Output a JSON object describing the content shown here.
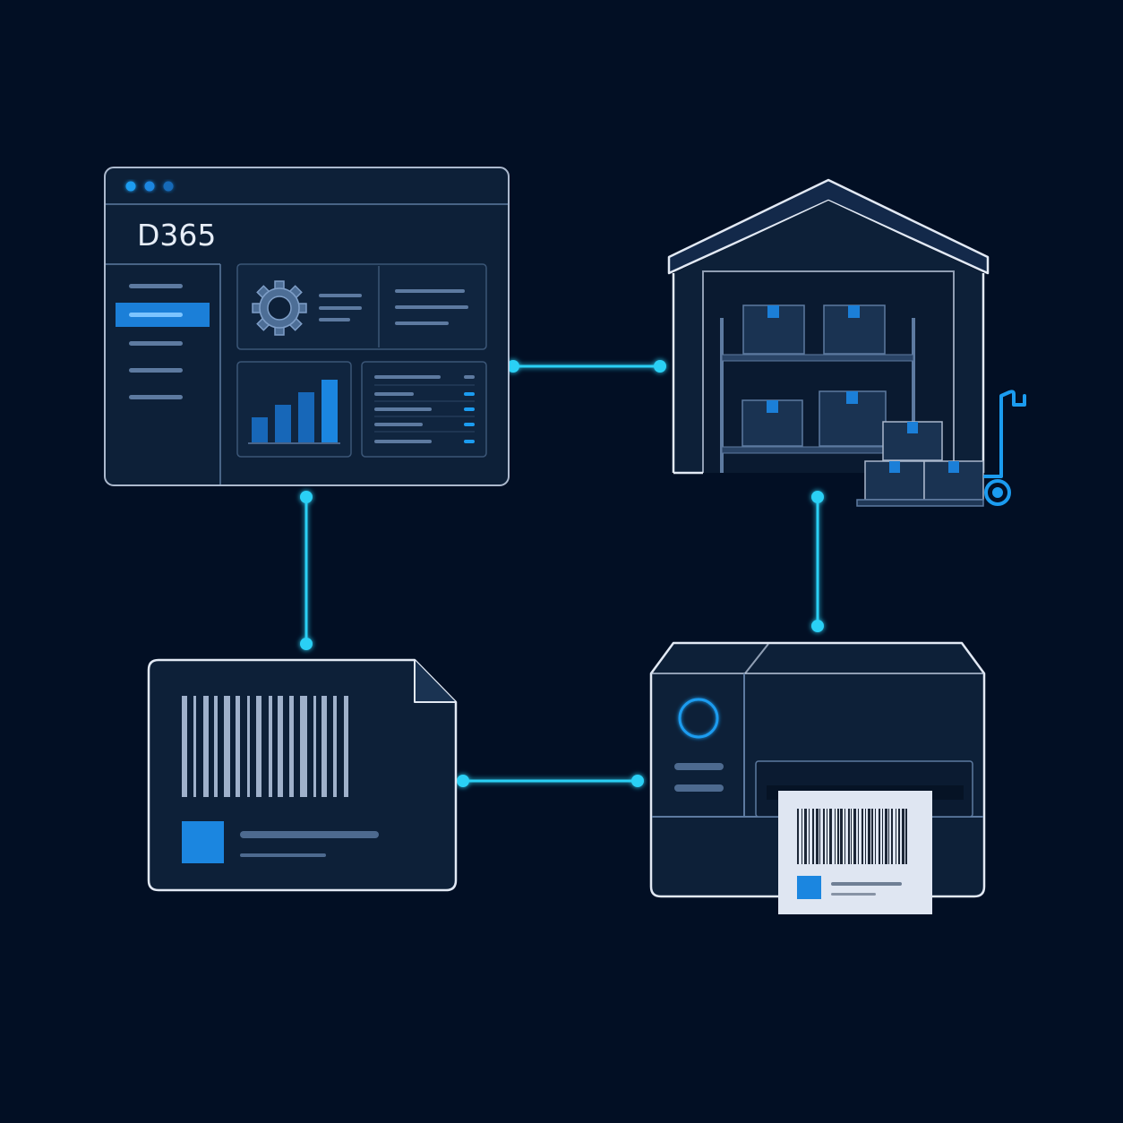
{
  "app": {
    "title": "D365"
  },
  "colors": {
    "background": "#020f24",
    "accent": "#2ad0f5",
    "brand_blue": "#1b86e0",
    "panel": "#0d2038",
    "outline": "#c9d6ea",
    "muted": "#5d7aa0",
    "label_paper": "#dfe6f2"
  },
  "icons": {
    "settings": "gear-icon",
    "analytics": "bar-chart-icon",
    "warehouse": "warehouse-icon",
    "hand_truck": "hand-truck-icon",
    "barcode": "barcode-icon",
    "printer": "printer-icon"
  },
  "dashboard_chart": {
    "type": "bar",
    "values": [
      3,
      4.5,
      6,
      7.5
    ]
  }
}
